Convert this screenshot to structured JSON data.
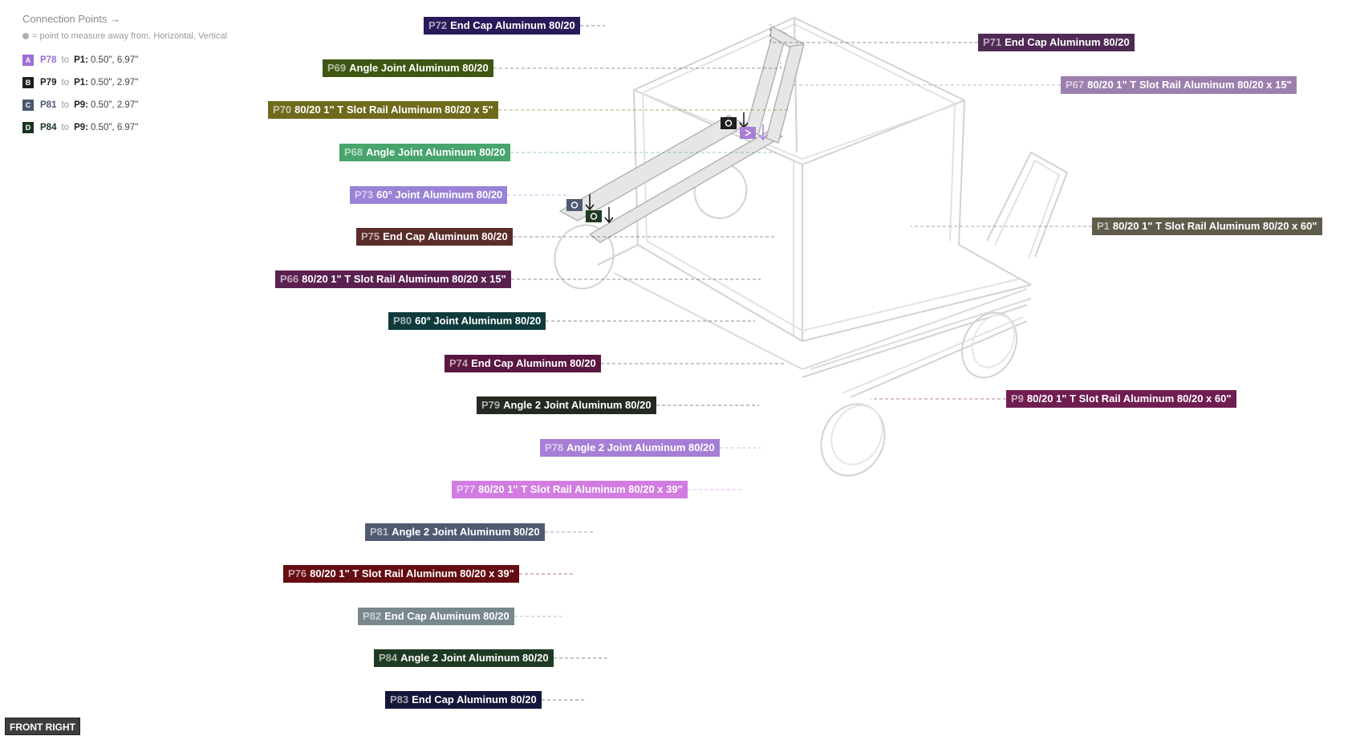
{
  "legend": {
    "title": "Connection Points →",
    "note": "= point to measure away from. Horizontal, Vertical",
    "rows": [
      {
        "badge": "A",
        "badge_color": "#9b6fd6",
        "part": "P78",
        "part_color": "#9b6fd6",
        "to": "to",
        "target": "P1:",
        "values": "0.50\", 6.97\""
      },
      {
        "badge": "B",
        "badge_color": "#1f1f1f",
        "part": "P79",
        "part_color": "#1f1f1f",
        "to": "to",
        "target": "P1:",
        "values": "0.50\", 2.97\""
      },
      {
        "badge": "C",
        "badge_color": "#4a5670",
        "part": "P81",
        "part_color": "#4a5670",
        "to": "to",
        "target": "P9:",
        "values": "0.50\", 2.97\""
      },
      {
        "badge": "D",
        "badge_color": "#15331f",
        "part": "P84",
        "part_color": "#15331f",
        "to": "to",
        "target": "P9:",
        "values": "0.50\", 6.97\""
      }
    ]
  },
  "labels": [
    {
      "id": "P72",
      "name": "End Cap Aluminum 80/20",
      "color": "#2a1a5a"
    },
    {
      "id": "P71",
      "name": "End Cap Aluminum 80/20",
      "color": "#4e2a54"
    },
    {
      "id": "P69",
      "name": "Angle Joint Aluminum 80/20",
      "color": "#3e5612"
    },
    {
      "id": "P67",
      "name": "80/20 1\" T Slot Rail Aluminum 80/20 x 15\"",
      "color": "#9c7fae"
    },
    {
      "id": "P70",
      "name": "80/20 1\" T Slot Rail Aluminum 80/20 x 5\"",
      "color": "#6f6a1c"
    },
    {
      "id": "P68",
      "name": "Angle Joint Aluminum 80/20",
      "color": "#46a46c"
    },
    {
      "id": "P73",
      "name": "60° Joint Aluminum 80/20",
      "color": "#9a82d6"
    },
    {
      "id": "P1",
      "name": "80/20 1\" T Slot Rail Aluminum 80/20 x 60\"",
      "color": "#5f5c4c"
    },
    {
      "id": "P75",
      "name": "End Cap Aluminum 80/20",
      "color": "#5a2d2a"
    },
    {
      "id": "P66",
      "name": "80/20 1\" T Slot Rail Aluminum 80/20 x 15\"",
      "color": "#5a2150"
    },
    {
      "id": "P80",
      "name": "60° Joint Aluminum 80/20",
      "color": "#0f3b3c"
    },
    {
      "id": "P74",
      "name": "End Cap Aluminum 80/20",
      "color": "#5a1640"
    },
    {
      "id": "P9",
      "name": "80/20 1\" T Slot Rail Aluminum 80/20 x 60\"",
      "color": "#701e52"
    },
    {
      "id": "P79",
      "name": "Angle 2 Joint Aluminum 80/20",
      "color": "#242a22"
    },
    {
      "id": "P78",
      "name": "Angle 2 Joint Aluminum 80/20",
      "color": "#a67ed6"
    },
    {
      "id": "P77",
      "name": "80/20 1\" T Slot Rail Aluminum 80/20 x 39\"",
      "color": "#d27ce2"
    },
    {
      "id": "P81",
      "name": "Angle 2 Joint Aluminum 80/20",
      "color": "#4f5a72"
    },
    {
      "id": "P76",
      "name": "80/20 1\" T Slot Rail Aluminum 80/20 x 39\"",
      "color": "#660c12"
    },
    {
      "id": "P82",
      "name": "End Cap Aluminum 80/20",
      "color": "#78888c"
    },
    {
      "id": "P84",
      "name": "Angle 2 Joint Aluminum 80/20",
      "color": "#1f3a22"
    },
    {
      "id": "P83",
      "name": "End Cap Aluminum 80/20",
      "color": "#14163a"
    }
  ],
  "view_label": "FRONT RIGHT"
}
